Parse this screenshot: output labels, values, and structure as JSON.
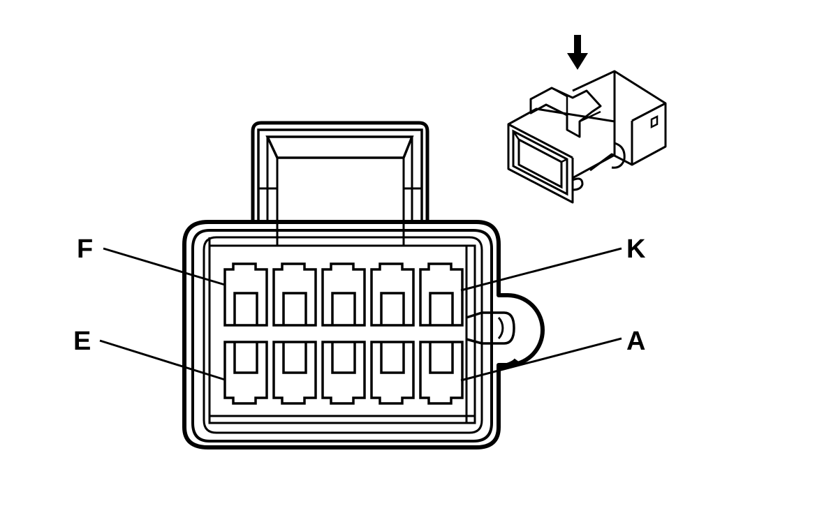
{
  "labels": {
    "top_left": "F",
    "bottom_left": "E",
    "top_right": "K",
    "bottom_right": "A"
  },
  "colors": {
    "stroke": "#000000",
    "background": "#ffffff"
  },
  "icons": {
    "view_arrow": "down-arrow-icon",
    "connector_iso": "connector-isometric-icon"
  }
}
